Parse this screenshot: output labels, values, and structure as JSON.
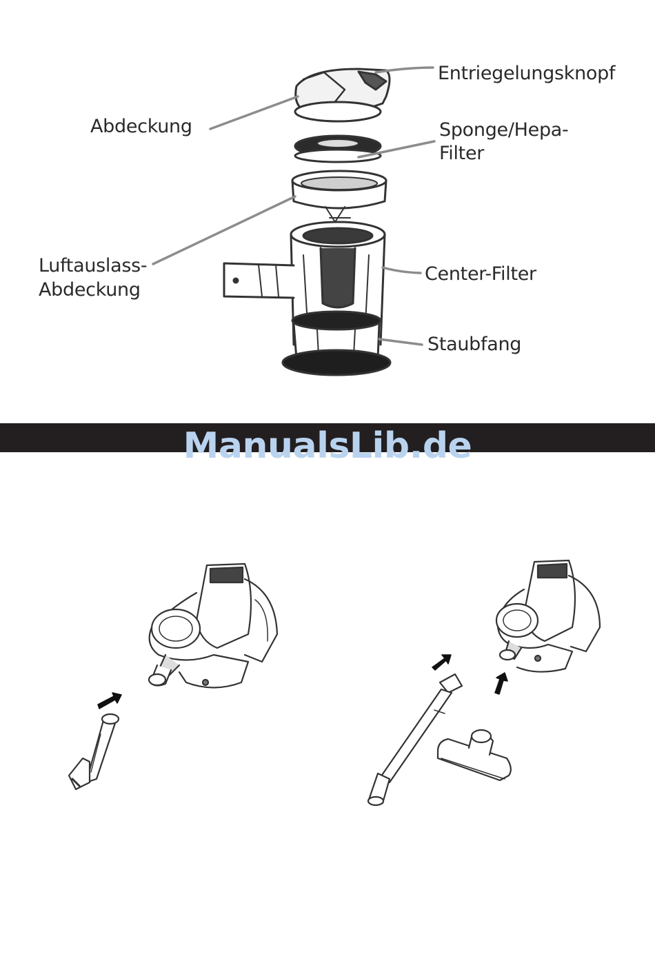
{
  "diagram": {
    "labels": {
      "release_button": "Entriegelungsknopf",
      "cover": "Abdeckung",
      "sponge_filter_line1": "Sponge/Hepa-",
      "sponge_filter_line2": "Filter",
      "outlet_cover_line1": "Luftauslass-",
      "outlet_cover_line2": "Abdeckung",
      "center_filter": "Center-Filter",
      "dust_catcher": "Staubfang"
    }
  },
  "banner": {
    "watermark": "ManualsLib.de",
    "background_color": "#231f20",
    "watermark_color": "#b9d3ef"
  }
}
